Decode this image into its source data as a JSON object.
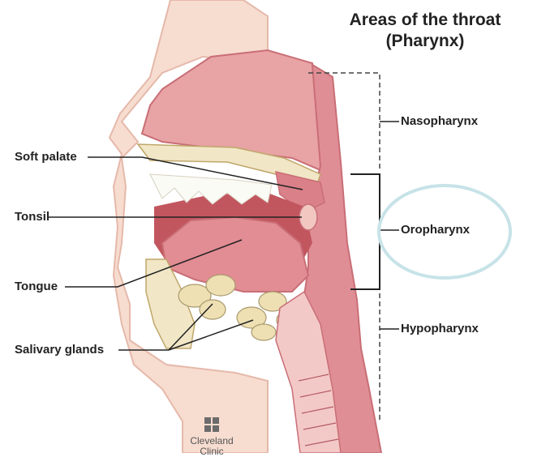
{
  "title": {
    "line1": "Areas of the throat",
    "line2": "(Pharynx)"
  },
  "left_labels": {
    "soft_palate": "Soft palate",
    "tonsil": "Tonsil",
    "tongue": "Tongue",
    "salivary_glands": "Salivary glands"
  },
  "right_labels": {
    "nasopharynx": "Nasopharynx",
    "oropharynx": "Oropharynx",
    "hypopharynx": "Hypopharynx"
  },
  "logo": {
    "name": "Cleveland",
    "name_cut": "Clinic"
  },
  "colors": {
    "skin": "#f7dcd0",
    "tissue": "#e8a3a5",
    "tissue_dark": "#c96e76",
    "highlight_circle": "#c7e3e8"
  }
}
